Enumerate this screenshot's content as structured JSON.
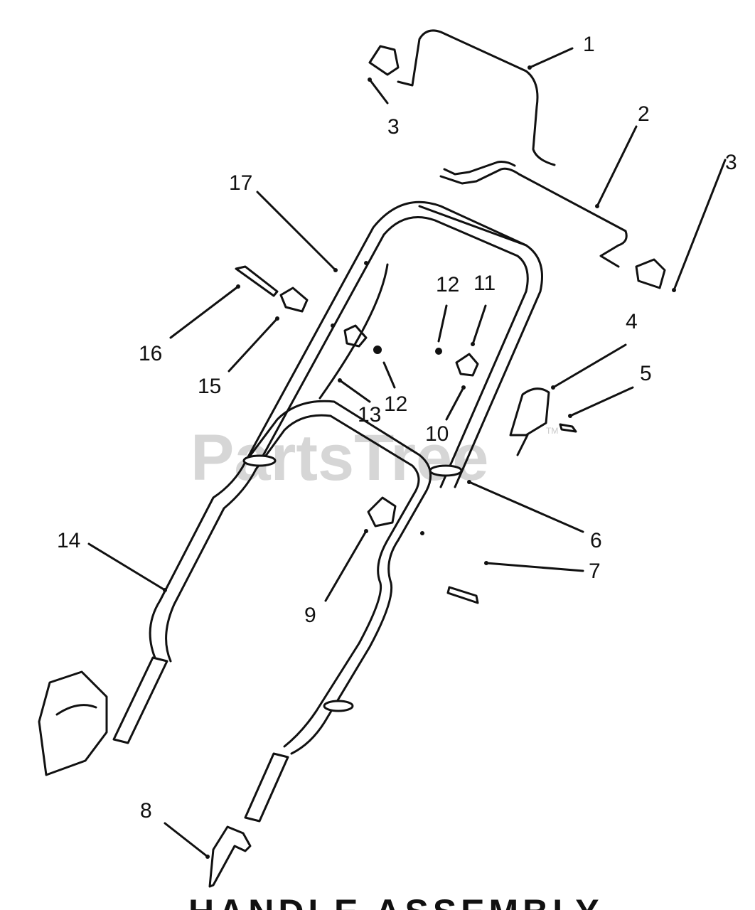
{
  "watermark": {
    "text": "PartsTree",
    "trademark": "TM"
  },
  "caption": "HANDLE ASSEMBLY",
  "callouts": [
    {
      "id": "c1",
      "label": "1"
    },
    {
      "id": "c2",
      "label": "2"
    },
    {
      "id": "c3a",
      "label": "3"
    },
    {
      "id": "c3b",
      "label": "3"
    },
    {
      "id": "c4",
      "label": "4"
    },
    {
      "id": "c5",
      "label": "5"
    },
    {
      "id": "c6",
      "label": "6"
    },
    {
      "id": "c7",
      "label": "7"
    },
    {
      "id": "c8",
      "label": "8"
    },
    {
      "id": "c9",
      "label": "9"
    },
    {
      "id": "c10",
      "label": "10"
    },
    {
      "id": "c11",
      "label": "11"
    },
    {
      "id": "c12a",
      "label": "12"
    },
    {
      "id": "c12b",
      "label": "12"
    },
    {
      "id": "c13",
      "label": "13"
    },
    {
      "id": "c14",
      "label": "14"
    },
    {
      "id": "c15",
      "label": "15"
    },
    {
      "id": "c16",
      "label": "16"
    },
    {
      "id": "c17",
      "label": "17"
    }
  ]
}
